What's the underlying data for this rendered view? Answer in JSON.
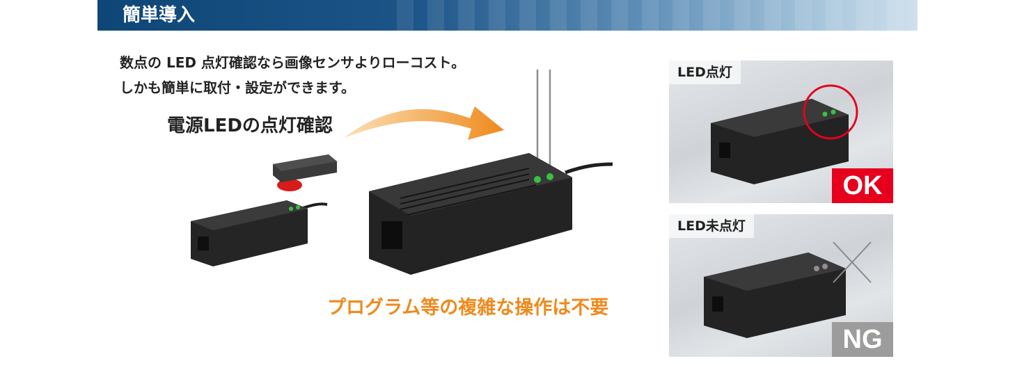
{
  "header": {
    "title": "簡単導入"
  },
  "description": {
    "line1": "数点の LED 点灯確認なら画像センサよりローコスト。",
    "line2": "しかも簡単に取付・設定ができます。"
  },
  "power_led_label": "電源LEDの点灯確認",
  "no_programming": "プログラム等の複雑な操作は不要",
  "panels": {
    "ok": {
      "label": "LED点灯",
      "badge": "OK"
    },
    "ng": {
      "label": "LED未点灯",
      "badge": "NG"
    }
  },
  "colors": {
    "header_dark": "#0e4677",
    "accent_orange": "#ee8a1d",
    "ok_red": "#e6001d",
    "ng_gray": "#9c9c9c",
    "led_green": "#39c23f",
    "device_dark": "#2d2d2d"
  }
}
